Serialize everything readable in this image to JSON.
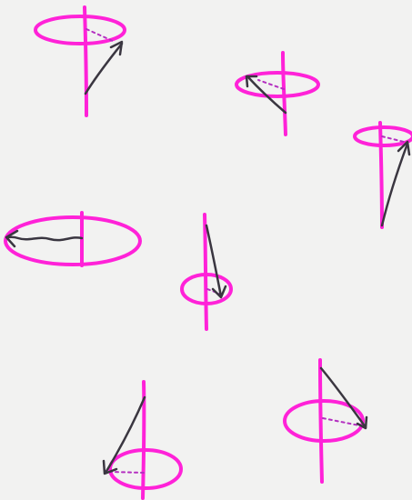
{
  "sketch": {
    "colors": {
      "background": "#f2f2f1",
      "axis_and_orbit": "#ff22d8",
      "arrow": "#3a3640"
    },
    "figures": [
      {
        "id": "precession-1",
        "icon": "precession-cone-sketch"
      },
      {
        "id": "precession-2",
        "icon": "precession-cone-sketch"
      },
      {
        "id": "precession-3",
        "icon": "precession-cone-sketch"
      },
      {
        "id": "precession-4",
        "icon": "precession-flat-sketch"
      },
      {
        "id": "precession-5",
        "icon": "precession-cone-sketch"
      },
      {
        "id": "precession-6",
        "icon": "precession-cone-sketch"
      },
      {
        "id": "precession-7",
        "icon": "precession-cone-sketch"
      }
    ]
  }
}
